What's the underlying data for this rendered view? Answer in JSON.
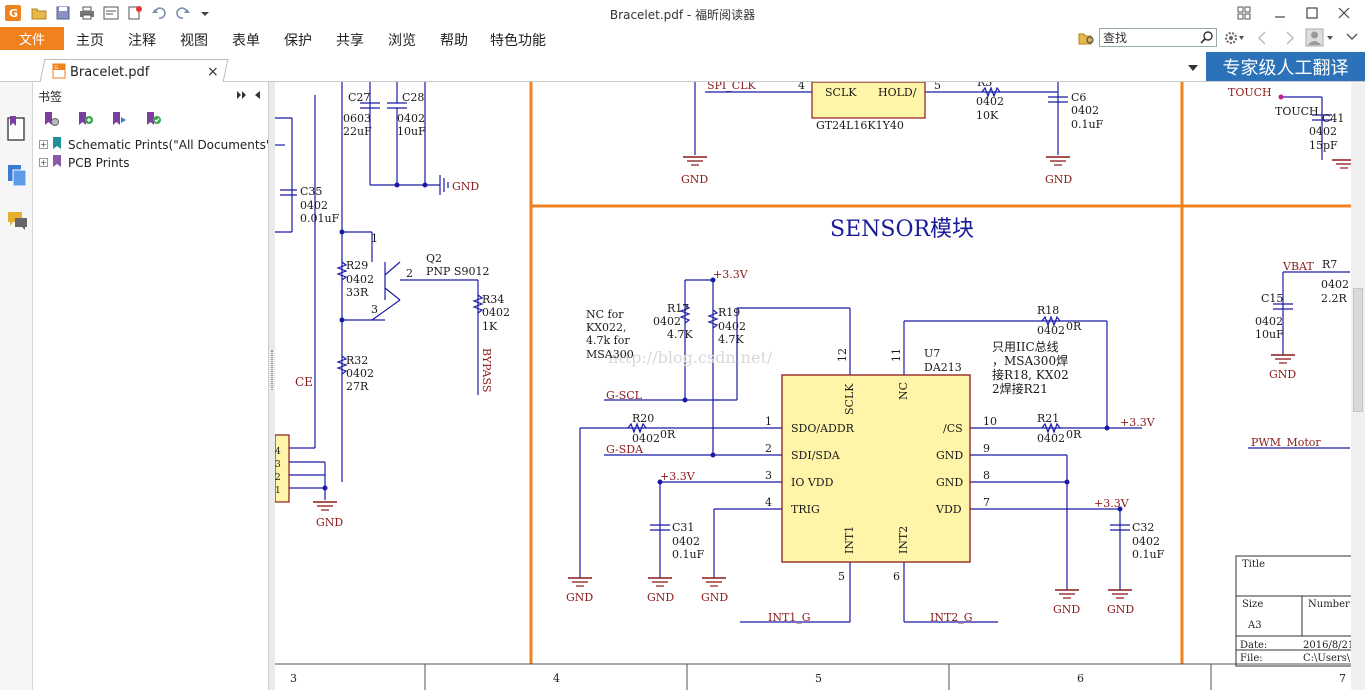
{
  "window": {
    "title": "Bracelet.pdf - 福昕阅读器"
  },
  "menu": {
    "file": "文件",
    "items": [
      "主页",
      "注释",
      "视图",
      "表单",
      "保护",
      "共享",
      "浏览",
      "帮助",
      "特色功能"
    ]
  },
  "search": {
    "placeholder": "查找",
    "value": "查找"
  },
  "tab": {
    "label": "Bracelet.pdf"
  },
  "banner": {
    "text": "专家级人工翻译"
  },
  "bookmarks": {
    "title": "书签",
    "items": [
      {
        "label": "Schematic Prints(\"All Documents\",I"
      },
      {
        "label": "PCB Prints"
      }
    ]
  },
  "schematic": {
    "section_title": "SENSOR模块",
    "watermark": "http://blog.csdn.net/",
    "note_nc": [
      "NC for",
      "KX022,",
      "4.7k for",
      "MSA300"
    ],
    "note_iic": [
      "只用IIC总线",
      "，MSA300焊",
      "接R18, KX02",
      "2焊接R21"
    ],
    "ic_u7": {
      "ref": "U7",
      "part": "DA213",
      "left_pins": [
        {
          "num": "1",
          "name": "SDO/ADDR"
        },
        {
          "num": "2",
          "name": "SDI/SDA"
        },
        {
          "num": "3",
          "name": "IO VDD"
        },
        {
          "num": "4",
          "name": "TRIG"
        }
      ],
      "right_pins": [
        {
          "num": "10",
          "name": "/CS"
        },
        {
          "num": "9",
          "name": "GND"
        },
        {
          "num": "8",
          "name": "GND"
        },
        {
          "num": "7",
          "name": "VDD"
        }
      ],
      "top_pins": [
        {
          "num": "12",
          "name": "SCLK"
        },
        {
          "num": "11",
          "name": "NC"
        }
      ],
      "bottom_pins": [
        {
          "num": "5",
          "name": "INT1"
        },
        {
          "num": "6",
          "name": "INT2"
        }
      ]
    },
    "ic_flash": {
      "part": "GT24L16K1Y40",
      "pin_sclk": "SCLK",
      "pin_hold": "HOLD/",
      "pin4": "4",
      "pin5": "5"
    },
    "nets": {
      "gnd": "GND",
      "v33": "+3.3V",
      "spi_clk": "SPI_CLK",
      "g_scl": "G-SCL",
      "g_sda": "G-SDA",
      "int1": "INT1_G",
      "int2": "INT2_G",
      "bypass": "BYPASS",
      "ce": "CE",
      "touch": "TOUCH",
      "vbat": "VBAT",
      "pwm": "PWM_Motor"
    },
    "parts": {
      "r17": [
        "R17",
        "0402",
        "4.7K"
      ],
      "r19": [
        "R19",
        "0402",
        "4.7K"
      ],
      "r18": [
        "R18",
        "0402",
        "0R"
      ],
      "r20": [
        "R20",
        "0402",
        "0R"
      ],
      "r21": [
        "R21",
        "0402",
        "0R"
      ],
      "c31": [
        "C31",
        "0402",
        "0.1uF"
      ],
      "c32": [
        "C32",
        "0402",
        "0.1uF"
      ],
      "c27": [
        "C27",
        "0603",
        "22uF"
      ],
      "c28": [
        "C28",
        "0402",
        "10uF"
      ],
      "c35": [
        "C35",
        "0402",
        "0.01uF"
      ],
      "r29": [
        "R29",
        "0402",
        "33R"
      ],
      "r32": [
        "R32",
        "0402",
        "27R"
      ],
      "q2": [
        "Q2",
        "PNP S9012"
      ],
      "r34": [
        "R34",
        "0402",
        "1K"
      ],
      "r3": [
        "R3",
        "0402",
        "10K"
      ],
      "c6": [
        "C6",
        "0402",
        "0.1uF"
      ],
      "c41": [
        "C41",
        "0402",
        "15pF"
      ],
      "touch_label": "TOUCH",
      "c15": [
        "C15",
        "0402",
        "10uF"
      ],
      "r7": [
        "R7",
        "0402",
        "2.2R"
      ]
    },
    "q2_pins": [
      "1",
      "2",
      "3"
    ],
    "connector_pins": [
      "4",
      "3",
      "2",
      "1"
    ],
    "ruler": [
      "3",
      "4",
      "5",
      "6",
      "7"
    ],
    "title_block": {
      "title": "Title",
      "size": "Size",
      "number": "Number",
      "size_val": "A3",
      "date": "Date:",
      "date_val": "2016/8/21",
      "file": "File:",
      "file_val": "C:\\Users\\"
    }
  }
}
